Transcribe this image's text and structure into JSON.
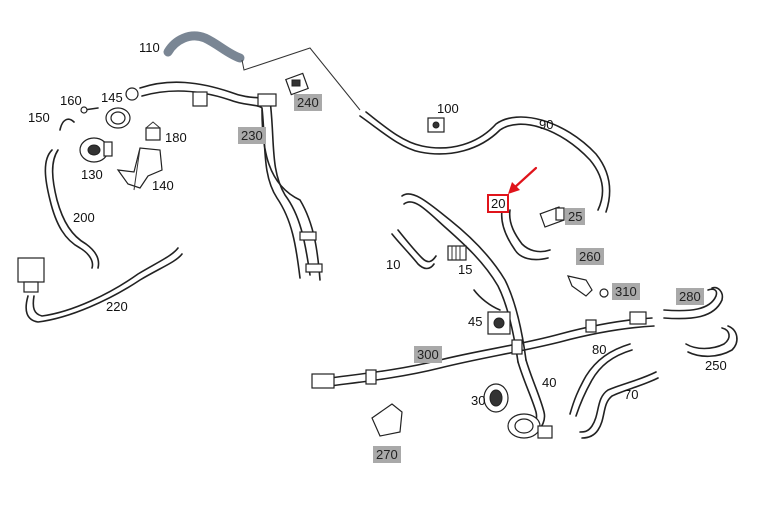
{
  "diagram": {
    "labels": [
      {
        "id": "110",
        "text": "110",
        "style": "plain"
      },
      {
        "id": "240",
        "text": "240",
        "style": "gray"
      },
      {
        "id": "160",
        "text": "160",
        "style": "plain"
      },
      {
        "id": "145",
        "text": "145",
        "style": "plain"
      },
      {
        "id": "150",
        "text": "150",
        "style": "plain"
      },
      {
        "id": "180",
        "text": "180",
        "style": "plain"
      },
      {
        "id": "230",
        "text": "230",
        "style": "gray"
      },
      {
        "id": "130",
        "text": "130",
        "style": "plain"
      },
      {
        "id": "140",
        "text": "140",
        "style": "plain"
      },
      {
        "id": "100",
        "text": "100",
        "style": "plain"
      },
      {
        "id": "90",
        "text": "90",
        "style": "plain"
      },
      {
        "id": "200",
        "text": "200",
        "style": "plain"
      },
      {
        "id": "20",
        "text": "20",
        "style": "highlight"
      },
      {
        "id": "25",
        "text": "25",
        "style": "gray"
      },
      {
        "id": "260",
        "text": "260",
        "style": "gray"
      },
      {
        "id": "10",
        "text": "10",
        "style": "plain"
      },
      {
        "id": "15",
        "text": "15",
        "style": "plain"
      },
      {
        "id": "310",
        "text": "310",
        "style": "gray"
      },
      {
        "id": "280",
        "text": "280",
        "style": "gray"
      },
      {
        "id": "220",
        "text": "220",
        "style": "plain"
      },
      {
        "id": "45",
        "text": "45",
        "style": "plain"
      },
      {
        "id": "300",
        "text": "300",
        "style": "gray"
      },
      {
        "id": "80",
        "text": "80",
        "style": "plain"
      },
      {
        "id": "250",
        "text": "250",
        "style": "plain"
      },
      {
        "id": "40",
        "text": "40",
        "style": "plain"
      },
      {
        "id": "70",
        "text": "70",
        "style": "plain"
      },
      {
        "id": "30",
        "text": "30",
        "style": "plain"
      },
      {
        "id": "270",
        "text": "270",
        "style": "gray"
      }
    ],
    "highlight_color": "#e0141b",
    "gray_label_color": "#a9a9a9",
    "pointer_arrow": "arrow-pointing-to-part-20"
  }
}
